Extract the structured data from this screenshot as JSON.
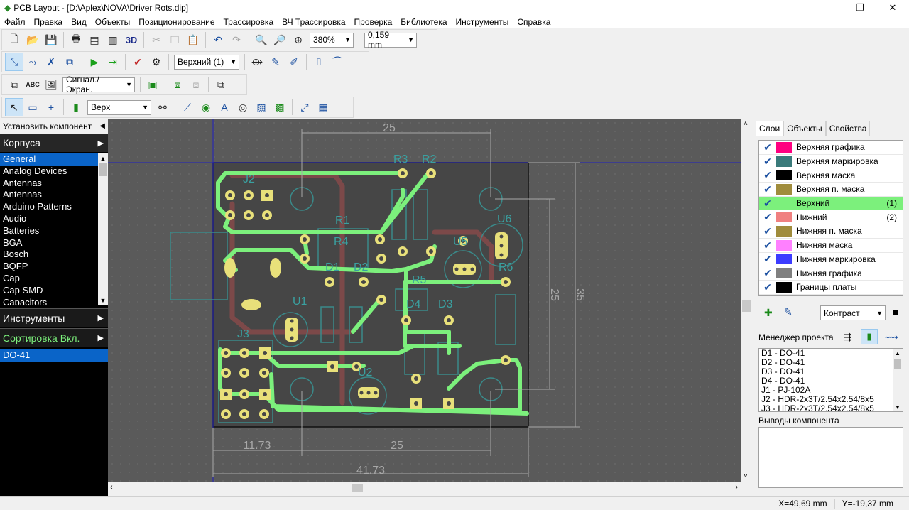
{
  "window": {
    "title": "PCB Layout - [D:\\Aplex\\NOVA\\Driver Rots.dip]",
    "minimize": "—",
    "maximize": "❐",
    "close": "✕"
  },
  "menu": [
    "Файл",
    "Правка",
    "Вид",
    "Объекты",
    "Позиционирование",
    "Трассировка",
    "ВЧ Трассировка",
    "Проверка",
    "Библиотека",
    "Инструменты",
    "Справка"
  ],
  "toolbar": {
    "btn_3d": "3D",
    "zoom_value": "380%",
    "grid_value": "0,159 mm",
    "layer_select": "Верхний (1)",
    "signal_select": "Сигнал./Экран.",
    "side_select": "Верх",
    "text_tool": "ABC"
  },
  "left_panel": {
    "header": "Установить компонент",
    "section_packages": "Корпуса",
    "libraries": [
      "General",
      "Analog Devices",
      "Antennas",
      "Antennas",
      "Arduino Patterns",
      "Audio",
      "Batteries",
      "BGA",
      "Bosch",
      "BQFP",
      "Cap",
      "Cap SMD",
      "Capacitors"
    ],
    "selected_library": "General",
    "section_tools": "Инструменты",
    "section_sort": "Сортировка Вкл.",
    "components": [
      "DO-41"
    ],
    "selected_component": "DO-41"
  },
  "pcb": {
    "dimensions": {
      "top": "25",
      "bottom_left": "11.73",
      "bottom_mid": "25",
      "bottom_total": "41.73",
      "right_inner": "25",
      "right_outer": "35"
    },
    "labels": [
      "R3",
      "R2",
      "J2",
      "R1",
      "R4",
      "U6",
      "U5",
      "D1",
      "D2",
      "R6",
      "R5",
      "D4",
      "D3",
      "U1",
      "J3",
      "U2"
    ]
  },
  "right_panel": {
    "tabs": [
      "Слои",
      "Объекты",
      "Свойства"
    ],
    "active_tab": "Слои",
    "layers": [
      {
        "name": "Верхняя графика",
        "color": "#ff0080",
        "num": ""
      },
      {
        "name": "Верхняя маркировка",
        "color": "#3a7a7a",
        "num": ""
      },
      {
        "name": "Верхняя маска",
        "color": "#000000",
        "num": ""
      },
      {
        "name": "Верхняя п. маска",
        "color": "#a08c3c",
        "num": ""
      },
      {
        "name": "Верхний",
        "color": "#7cf07c",
        "num": "(1)"
      },
      {
        "name": "Нижний",
        "color": "#f08080",
        "num": "(2)"
      },
      {
        "name": "Нижняя п. маска",
        "color": "#a08c3c",
        "num": ""
      },
      {
        "name": "Нижняя маска",
        "color": "#ff80ff",
        "num": ""
      },
      {
        "name": "Нижняя маркировка",
        "color": "#3c3cff",
        "num": ""
      },
      {
        "name": "Нижняя графика",
        "color": "#808080",
        "num": ""
      },
      {
        "name": "Границы платы",
        "color": "#000000",
        "num": ""
      }
    ],
    "contrast_select": "Контраст",
    "project_manager_title": "Менеджер проекта",
    "project_items": [
      "D1 - DO-41",
      "D2 - DO-41",
      "D3 - DO-41",
      "D4 - DO-41",
      "J1 - PJ-102A",
      "J2 - HDR-2x3T/2.54x2.54/8x5",
      "J3 - HDR-2x3T/2.54x2.54/8x5"
    ],
    "pins_title": "Выводы компонента"
  },
  "status": {
    "x": "X=49,69 mm",
    "y": "Y=-19,37 mm"
  }
}
